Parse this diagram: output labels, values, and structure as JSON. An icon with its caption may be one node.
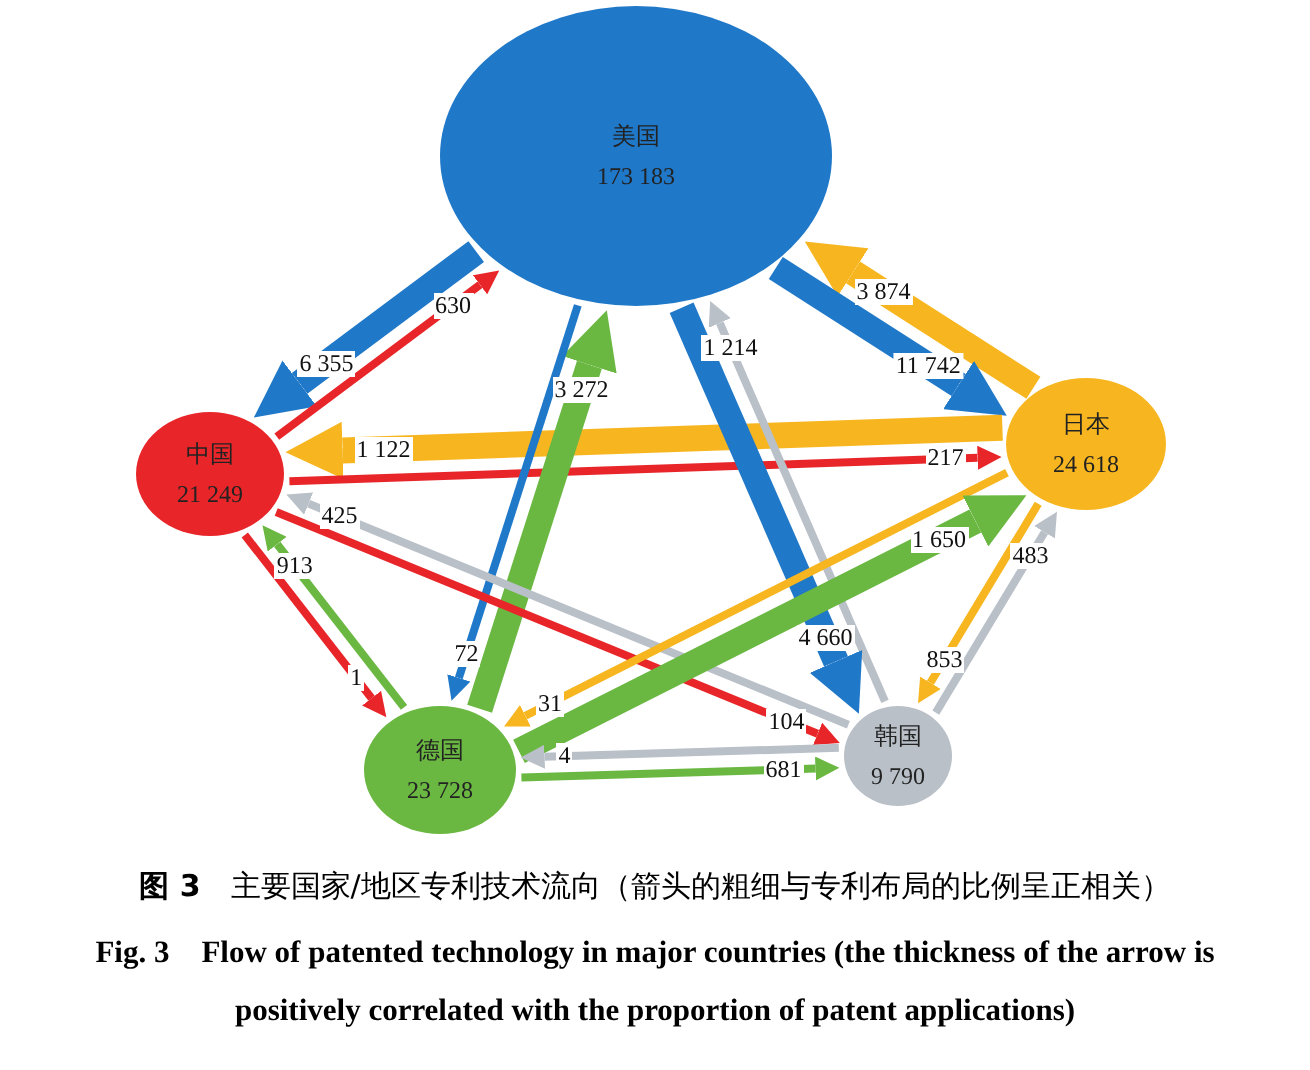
{
  "diagram": {
    "caption": "**图 3**　主要国家/地区专利技术流向（箭头的粗细与专利布局的比例呈正相关）",
    "nodes": [
      {
        "text": [
          "美国",
          "173 183"
        ]
      },
      {
        "text": [
          "中国",
          "21 249"
        ]
      },
      {
        "text": [
          "日本",
          "24 618"
        ]
      },
      {
        "text": [
          "德国",
          "23 728"
        ]
      },
      {
        "text": [
          "韩国",
          "9 790"
        ]
      }
    ],
    "edges": [
      {
        "from": 0,
        "to": 1,
        "arrow": "to",
        "label": "6 355",
        "style": "thick",
        "color": "#1f78c8"
      },
      {
        "from": 1,
        "to": 0,
        "arrow": "to",
        "label": "630",
        "color": "#e8262a"
      },
      {
        "from": 2,
        "to": 0,
        "arrow": "to",
        "label": "3 874",
        "style": "thick",
        "color": "#f7b620"
      },
      {
        "from": 0,
        "to": 2,
        "arrow": "to",
        "label": "11 742",
        "style": "thick",
        "color": "#1f78c8"
      },
      {
        "from": 2,
        "to": 1,
        "arrow": "to",
        "label": "1 122",
        "style": "thick",
        "color": "#f7b620"
      },
      {
        "from": 1,
        "to": 2,
        "arrow": "to",
        "label": "217",
        "color": "#e8262a"
      },
      {
        "from": 3,
        "to": 0,
        "arrow": "to",
        "label": "3 272",
        "style": "thick",
        "color": "#6ab842"
      },
      {
        "from": 0,
        "to": 3,
        "arrow": "to",
        "label": "72",
        "color": "#1f78c8"
      },
      {
        "from": 4,
        "to": 0,
        "arrow": "to",
        "label": "1 214",
        "color": "#b9c0c8"
      },
      {
        "from": 0,
        "to": 4,
        "arrow": "to",
        "label": "4 660",
        "style": "thick",
        "color": "#1f78c8"
      },
      {
        "from": 4,
        "to": 1,
        "arrow": "to",
        "label": "425",
        "color": "#b9c0c8"
      },
      {
        "from": 1,
        "to": 4,
        "arrow": "to",
        "label": "104",
        "color": "#e8262a"
      },
      {
        "from": 3,
        "to": 1,
        "arrow": "to",
        "label": "913",
        "color": "#6ab842"
      },
      {
        "from": 1,
        "to": 3,
        "arrow": "to",
        "label": "1",
        "color": "#e8262a"
      },
      {
        "from": 2,
        "to": 3,
        "arrow": "to",
        "label": "31",
        "color": "#f7b620"
      },
      {
        "from": 3,
        "to": 2,
        "arrow": "to",
        "label": "1 650",
        "style": "thick",
        "color": "#6ab842"
      },
      {
        "from": 4,
        "to": 3,
        "arrow": "to",
        "label": "4",
        "color": "#b9c0c8"
      },
      {
        "from": 3,
        "to": 4,
        "arrow": "to",
        "label": "681",
        "color": "#6ab842"
      },
      {
        "from": 2,
        "to": 4,
        "arrow": "to",
        "label": "853",
        "color": "#f7b620"
      },
      {
        "from": 4,
        "to": 2,
        "arrow": "to",
        "label": "483",
        "color": "#b9c0c8"
      }
    ],
    "labels": [
      "Fig. 3　Flow of patented technology in major countries (the thickness of the arrow is positively correlated with the proportion of patent applications)"
    ]
  }
}
